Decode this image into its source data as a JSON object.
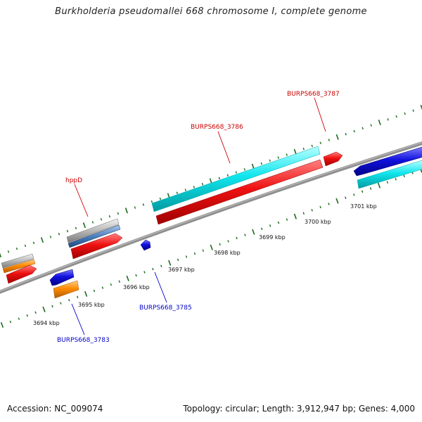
{
  "title": "Burkholderia pseudomallei 668 chromosome I, complete genome",
  "footer": {
    "accession": "Accession: NC_009074",
    "topology": "Topology: circular; Length: 3,912,947 bp; Genes: 4,000"
  },
  "colors": {
    "backbone": "#8f8f8f",
    "tick_major": "#1d6b1d",
    "tick_minor": "#2f8a2f",
    "forward_label": "#cc0000",
    "reverse_label": "#0000cc",
    "red_feature": "#ee1111",
    "cyan_feature": "#11e6ee",
    "blue_feature": "#1111dd",
    "orange_feature": "#ff8c00",
    "gray_feature": "#b8b8b8",
    "steelblue_feature": "#4a7fc0"
  },
  "kbp_labels": [
    "3694 kbp",
    "3695 kbp",
    "3696 kbp",
    "3697 kbp",
    "3698 kbp",
    "3699 kbp",
    "3700 kbp",
    "3701 kbp"
  ],
  "gene_labels": {
    "forward": [
      "hppD",
      "BURPS668_3786",
      "BURPS668_3787"
    ],
    "reverse": [
      "BURPS668_3783",
      "BURPS668_3785"
    ]
  },
  "icons": [
    "gene-arrow-icon"
  ]
}
